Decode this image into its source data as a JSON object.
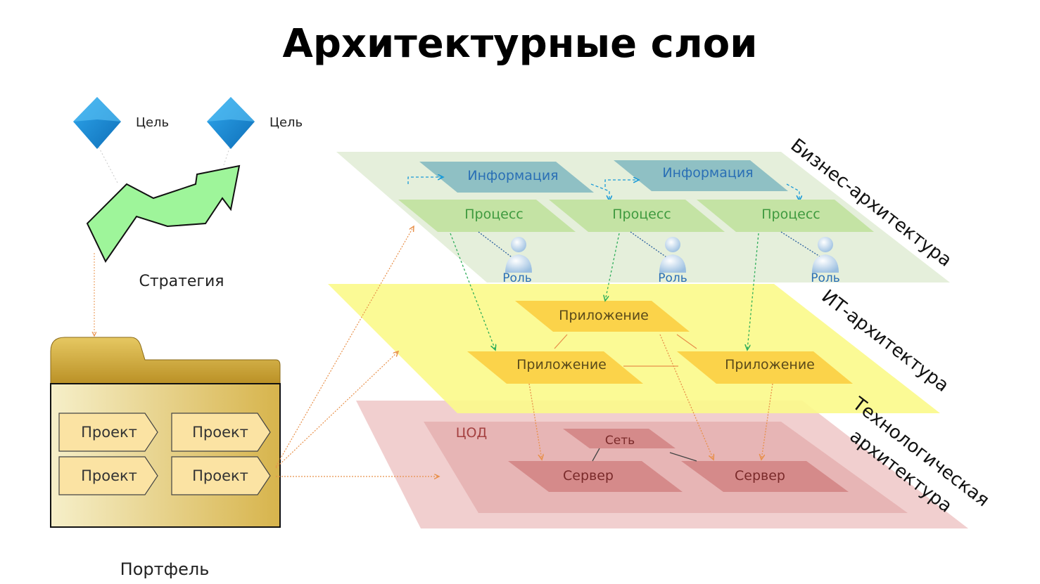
{
  "title": "Архитектурные слои",
  "goals": [
    "Цель",
    "Цель"
  ],
  "strategy_label": "Стратегия",
  "portfolio_label": "Портфель",
  "projects": [
    "Проект",
    "Проект",
    "Проект",
    "Проект"
  ],
  "layers": {
    "business": {
      "name": "Бизнес-архитектура",
      "information": [
        "Информация",
        "Информация"
      ],
      "processes": [
        "Процесс",
        "Процесс",
        "Процесс"
      ],
      "roles": [
        "Роль",
        "Роль",
        "Роль"
      ]
    },
    "it": {
      "name": "ИТ-архитектура",
      "applications": [
        "Приложение",
        "Приложение",
        "Приложение"
      ]
    },
    "tech": {
      "name_line1": "Технологическая",
      "name_line2": "архитектура",
      "datacenter": "ЦОД",
      "network": "Сеть",
      "servers": [
        "Сервер",
        "Сервер"
      ]
    }
  },
  "colors": {
    "business_layer": "#e3eed8",
    "it_layer": "#fbf98a",
    "tech_layer": "#efcaca",
    "process": "#c4e3a4",
    "information": "#8fc0c4",
    "application": "#fbd34a",
    "server": "#d58a8a",
    "goal": "#1e8fd8",
    "strategy_arrow": "#9ef59a",
    "folder": "#c9a43e",
    "project": "#fbe3a3"
  },
  "icons": {
    "goal": "diamond-icon",
    "role": "person-icon",
    "portfolio": "folder-icon"
  }
}
